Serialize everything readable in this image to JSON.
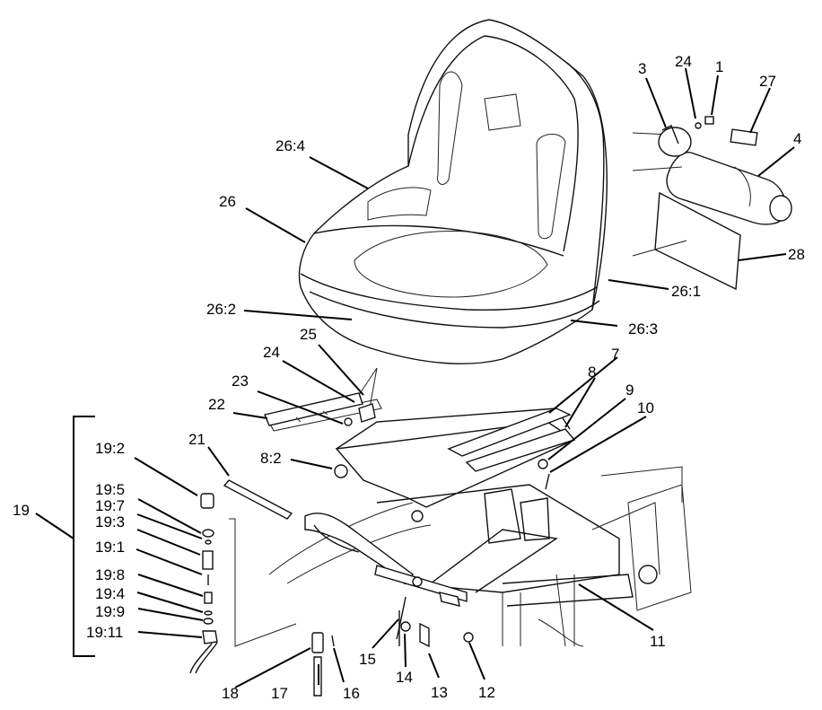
{
  "labels": {
    "l1": "1",
    "l3": "3",
    "l4": "4",
    "l7": "7",
    "l8": "8",
    "l8_2": "8:2",
    "l9": "9",
    "l10": "10",
    "l11": "11",
    "l12": "12",
    "l13": "13",
    "l14": "14",
    "l15": "15",
    "l16": "16",
    "l17": "17",
    "l18": "18",
    "l19": "19",
    "l19_1": "19:1",
    "l19_2": "19:2",
    "l19_3": "19:3",
    "l19_4": "19:4",
    "l19_5": "19:5",
    "l19_7": "19:7",
    "l19_8": "19:8",
    "l19_9": "19:9",
    "l19_11": "19:11",
    "l21": "21",
    "l22": "22",
    "l23": "23",
    "l24a": "24",
    "l24b": "24",
    "l25": "25",
    "l26": "26",
    "l26_1": "26:1",
    "l26_2": "26:2",
    "l26_3": "26:3",
    "l26_4": "26:4",
    "l27": "27",
    "l28": "28"
  }
}
